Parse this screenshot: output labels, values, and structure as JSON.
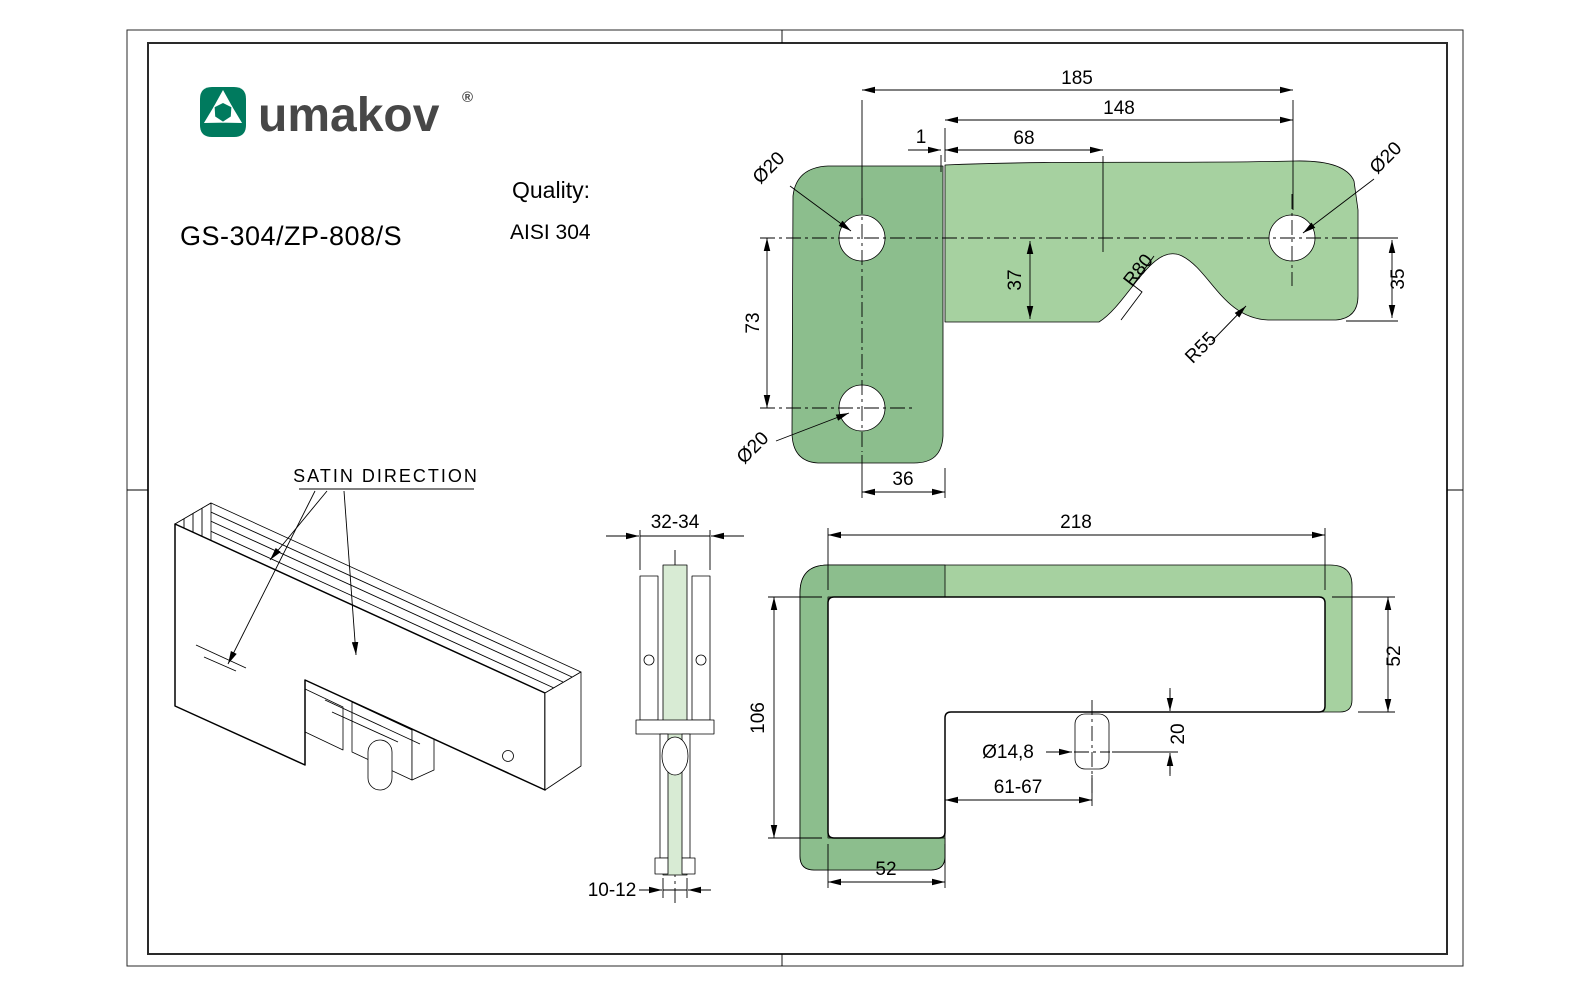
{
  "header": {
    "brand": "umakov",
    "registered": "®",
    "product_code": "GS-304/ZP-808/S",
    "quality_label": "Quality:",
    "quality_value": "AISI 304"
  },
  "iso_view": {
    "satin_direction": "SATIN DIRECTION"
  },
  "plan_view": {
    "dims": {
      "d185": "185",
      "d148": "148",
      "d68": "68",
      "d1": "1",
      "d73": "73",
      "d37": "37",
      "d35": "35",
      "d36": "36",
      "hole_dia": "Ø20",
      "r80": "R80",
      "r55": "R55"
    }
  },
  "front_view": {
    "dims": {
      "d218": "218",
      "d52_right": "52",
      "d106": "106",
      "d52_bottom": "52",
      "hole_dia": "Ø14,8",
      "d20": "20",
      "d61_67": "61-67"
    }
  },
  "section_view": {
    "dims": {
      "width_top": "32-34",
      "glass_thickness": "10-12"
    }
  },
  "colors": {
    "glass_light": "#a6d1a0",
    "glass_dark": "#8cbe8d",
    "glass_pale": "#d8ebd4",
    "brand_green": "#007a5e",
    "brand_ink": "#474747"
  }
}
